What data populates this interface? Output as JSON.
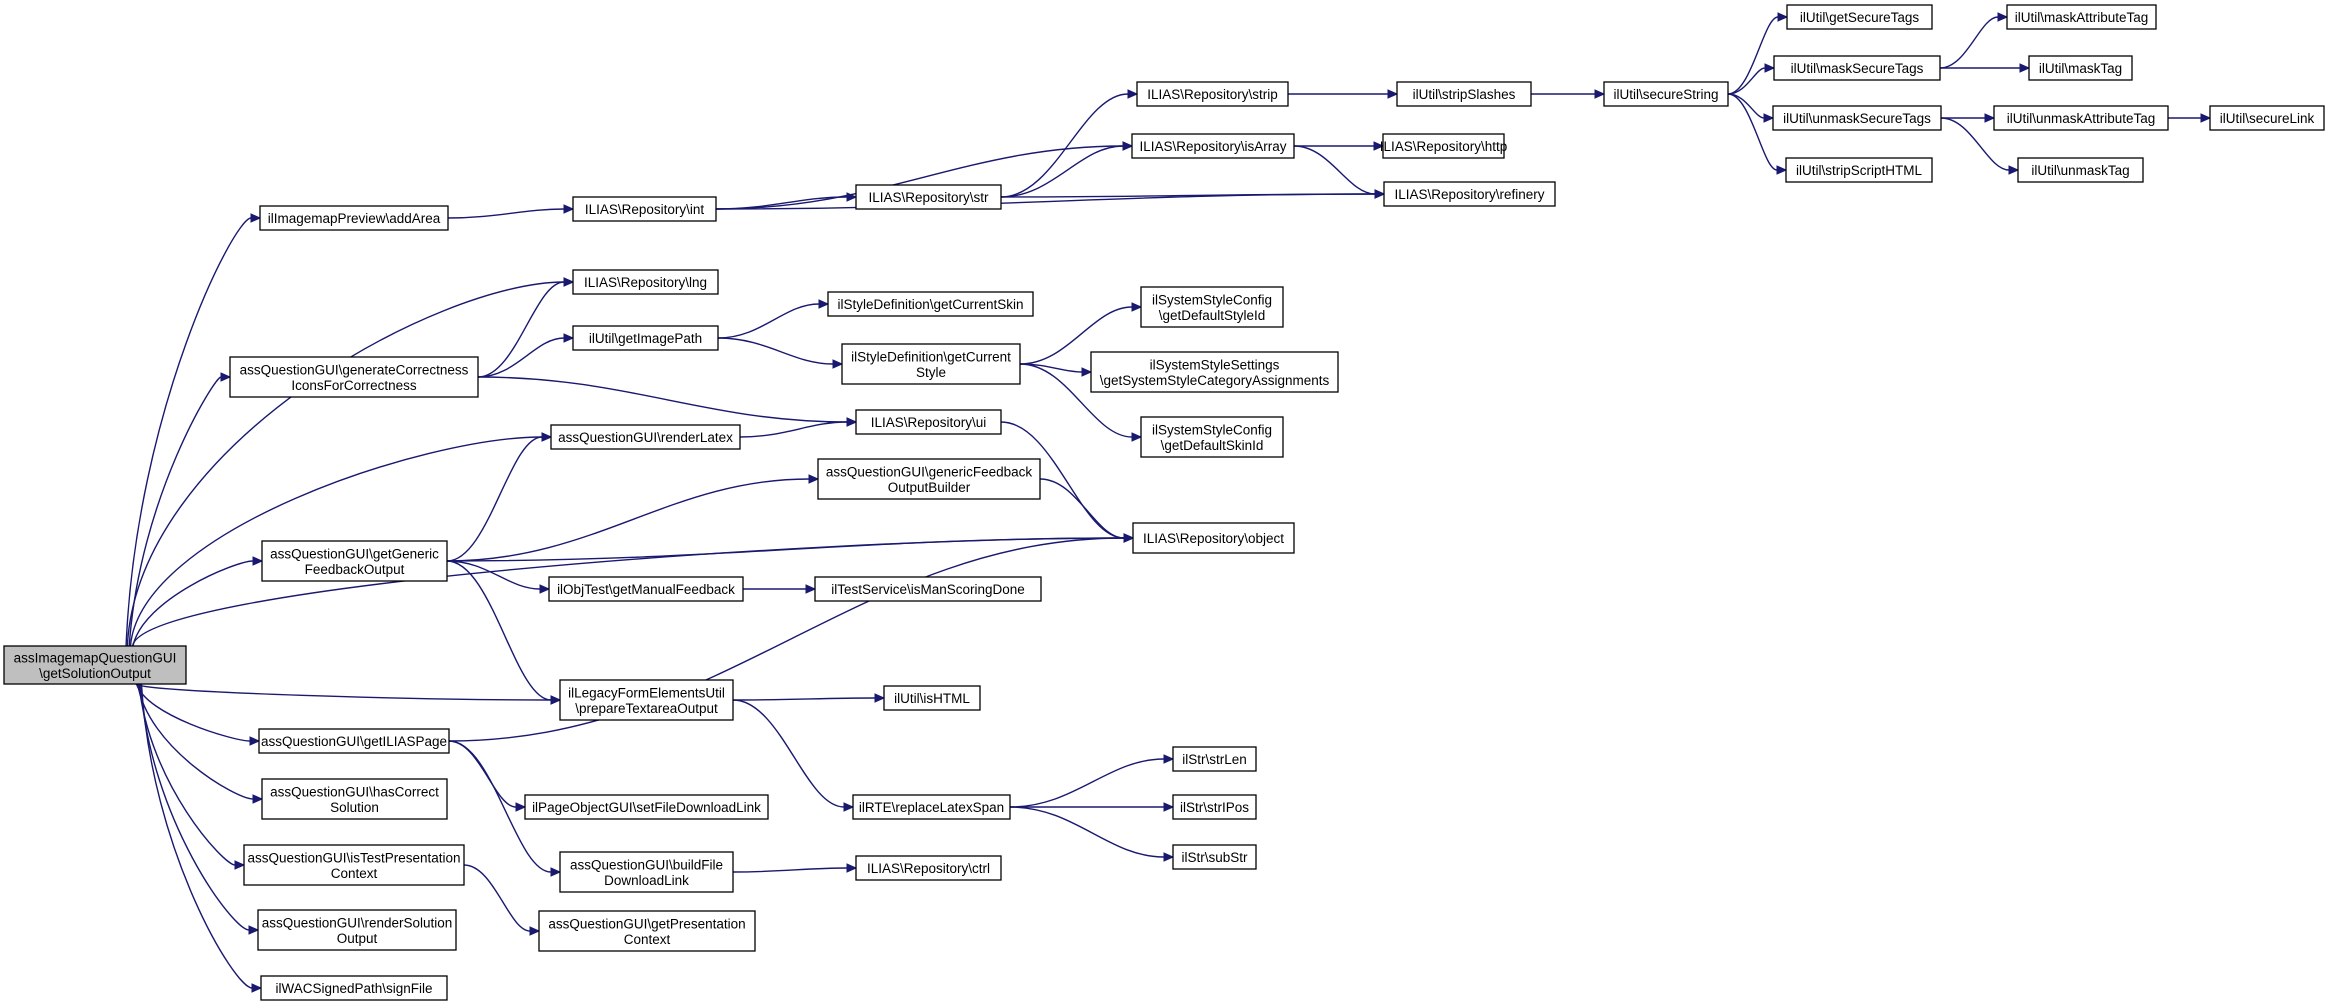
{
  "graph": {
    "title": "",
    "colors": {
      "edge": "#191970",
      "root_fill": "#bfbfbf",
      "node_fill": "#ffffff",
      "node_border": "#000000"
    },
    "nodes": [
      {
        "id": "root",
        "lines": [
          "assImagemapQuestionGUI",
          "\\getSolutionOutput"
        ],
        "root": true
      },
      {
        "id": "addArea",
        "lines": [
          "ilImagemapPreview\\addArea"
        ]
      },
      {
        "id": "int",
        "lines": [
          "ILIAS\\Repository\\int"
        ]
      },
      {
        "id": "str",
        "lines": [
          "ILIAS\\Repository\\str"
        ]
      },
      {
        "id": "strip",
        "lines": [
          "ILIAS\\Repository\\strip"
        ]
      },
      {
        "id": "isArray",
        "lines": [
          "ILIAS\\Repository\\isArray"
        ]
      },
      {
        "id": "refinery",
        "lines": [
          "ILIAS\\Repository\\refinery"
        ]
      },
      {
        "id": "http",
        "lines": [
          "ILIAS\\Repository\\http"
        ]
      },
      {
        "id": "stripSlashes",
        "lines": [
          "ilUtil\\stripSlashes"
        ]
      },
      {
        "id": "secureString",
        "lines": [
          "ilUtil\\secureString"
        ]
      },
      {
        "id": "getSecureTags",
        "lines": [
          "ilUtil\\getSecureTags"
        ]
      },
      {
        "id": "maskSecureTags",
        "lines": [
          "ilUtil\\maskSecureTags"
        ]
      },
      {
        "id": "unmaskSecureTags",
        "lines": [
          "ilUtil\\unmaskSecureTags"
        ]
      },
      {
        "id": "stripScriptHTML",
        "lines": [
          "ilUtil\\stripScriptHTML"
        ]
      },
      {
        "id": "maskAttributeTag",
        "lines": [
          "ilUtil\\maskAttributeTag"
        ]
      },
      {
        "id": "maskTag",
        "lines": [
          "ilUtil\\maskTag"
        ]
      },
      {
        "id": "unmaskAttributeTag",
        "lines": [
          "ilUtil\\unmaskAttributeTag"
        ]
      },
      {
        "id": "unmaskTag",
        "lines": [
          "ilUtil\\unmaskTag"
        ]
      },
      {
        "id": "secureLink",
        "lines": [
          "ilUtil\\secureLink"
        ]
      },
      {
        "id": "lng",
        "lines": [
          "ILIAS\\Repository\\lng"
        ]
      },
      {
        "id": "genIcons",
        "lines": [
          "assQuestionGUI\\generateCorrectness",
          "IconsForCorrectness"
        ]
      },
      {
        "id": "getImagePath",
        "lines": [
          "ilUtil\\getImagePath"
        ]
      },
      {
        "id": "getCurrentSkin",
        "lines": [
          "ilStyleDefinition\\getCurrentSkin"
        ]
      },
      {
        "id": "getCurrentStyle",
        "lines": [
          "ilStyleDefinition\\getCurrent",
          "Style"
        ]
      },
      {
        "id": "getDefaultStyleId",
        "lines": [
          "ilSystemStyleConfig",
          "\\getDefaultStyleId"
        ]
      },
      {
        "id": "getSysStyleCat",
        "lines": [
          "ilSystemStyleSettings",
          "\\getSystemStyleCategoryAssignments"
        ]
      },
      {
        "id": "getDefaultSkinId",
        "lines": [
          "ilSystemStyleConfig",
          "\\getDefaultSkinId"
        ]
      },
      {
        "id": "ui",
        "lines": [
          "ILIAS\\Repository\\ui"
        ]
      },
      {
        "id": "renderLatex",
        "lines": [
          "assQuestionGUI\\renderLatex"
        ]
      },
      {
        "id": "genFbBuilder",
        "lines": [
          "assQuestionGUI\\genericFeedback",
          "OutputBuilder"
        ]
      },
      {
        "id": "object",
        "lines": [
          "ILIAS\\Repository\\object"
        ]
      },
      {
        "id": "getGenFb",
        "lines": [
          "assQuestionGUI\\getGeneric",
          "FeedbackOutput"
        ]
      },
      {
        "id": "getManualFb",
        "lines": [
          "ilObjTest\\getManualFeedback"
        ]
      },
      {
        "id": "isManScoring",
        "lines": [
          "ilTestService\\isManScoringDone"
        ]
      },
      {
        "id": "prepTextarea",
        "lines": [
          "ilLegacyFormElementsUtil",
          "\\prepareTextareaOutput"
        ]
      },
      {
        "id": "isHTML",
        "lines": [
          "ilUtil\\isHTML"
        ]
      },
      {
        "id": "getILIASPage",
        "lines": [
          "assQuestionGUI\\getILIASPage"
        ]
      },
      {
        "id": "hasCorrect",
        "lines": [
          "assQuestionGUI\\hasCorrect",
          "Solution"
        ]
      },
      {
        "id": "setFileDl",
        "lines": [
          "ilPageObjectGUI\\setFileDownloadLink"
        ]
      },
      {
        "id": "replaceLatex",
        "lines": [
          "ilRTE\\replaceLatexSpan"
        ]
      },
      {
        "id": "strLen",
        "lines": [
          "ilStr\\strLen"
        ]
      },
      {
        "id": "strIPos",
        "lines": [
          "ilStr\\strIPos"
        ]
      },
      {
        "id": "subStr",
        "lines": [
          "ilStr\\subStr"
        ]
      },
      {
        "id": "isTestPres",
        "lines": [
          "assQuestionGUI\\isTestPresentation",
          "Context"
        ]
      },
      {
        "id": "buildFileDl",
        "lines": [
          "assQuestionGUI\\buildFile",
          "DownloadLink"
        ]
      },
      {
        "id": "ctrl",
        "lines": [
          "ILIAS\\Repository\\ctrl"
        ]
      },
      {
        "id": "renderSol",
        "lines": [
          "assQuestionGUI\\renderSolution",
          "Output"
        ]
      },
      {
        "id": "getPresCtx",
        "lines": [
          "assQuestionGUI\\getPresentation",
          "Context"
        ]
      },
      {
        "id": "signFile",
        "lines": [
          "ilWACSignedPath\\signFile"
        ]
      }
    ],
    "edges": [
      [
        "root",
        "addArea"
      ],
      [
        "root",
        "lng"
      ],
      [
        "root",
        "genIcons"
      ],
      [
        "root",
        "renderLatex"
      ],
      [
        "root",
        "getGenFb"
      ],
      [
        "root",
        "object"
      ],
      [
        "root",
        "prepTextarea"
      ],
      [
        "root",
        "getILIASPage"
      ],
      [
        "root",
        "hasCorrect"
      ],
      [
        "root",
        "isTestPres"
      ],
      [
        "root",
        "renderSol"
      ],
      [
        "root",
        "signFile"
      ],
      [
        "addArea",
        "int"
      ],
      [
        "int",
        "str"
      ],
      [
        "int",
        "isArray"
      ],
      [
        "int",
        "refinery"
      ],
      [
        "str",
        "strip"
      ],
      [
        "str",
        "isArray"
      ],
      [
        "str",
        "refinery"
      ],
      [
        "strip",
        "stripSlashes"
      ],
      [
        "isArray",
        "http"
      ],
      [
        "isArray",
        "refinery"
      ],
      [
        "stripSlashes",
        "secureString"
      ],
      [
        "secureString",
        "getSecureTags"
      ],
      [
        "secureString",
        "maskSecureTags"
      ],
      [
        "secureString",
        "unmaskSecureTags"
      ],
      [
        "secureString",
        "stripScriptHTML"
      ],
      [
        "maskSecureTags",
        "maskAttributeTag"
      ],
      [
        "maskSecureTags",
        "maskTag"
      ],
      [
        "unmaskSecureTags",
        "unmaskAttributeTag"
      ],
      [
        "unmaskSecureTags",
        "unmaskTag"
      ],
      [
        "unmaskAttributeTag",
        "secureLink"
      ],
      [
        "genIcons",
        "lng"
      ],
      [
        "genIcons",
        "getImagePath"
      ],
      [
        "genIcons",
        "ui"
      ],
      [
        "getImagePath",
        "getCurrentSkin"
      ],
      [
        "getImagePath",
        "getCurrentStyle"
      ],
      [
        "getCurrentStyle",
        "getDefaultStyleId"
      ],
      [
        "getCurrentStyle",
        "getSysStyleCat"
      ],
      [
        "getCurrentStyle",
        "getDefaultSkinId"
      ],
      [
        "ui",
        "object"
      ],
      [
        "renderLatex",
        "ui"
      ],
      [
        "getGenFb",
        "renderLatex"
      ],
      [
        "getGenFb",
        "genFbBuilder"
      ],
      [
        "getGenFb",
        "object"
      ],
      [
        "getGenFb",
        "getManualFb"
      ],
      [
        "getGenFb",
        "prepTextarea"
      ],
      [
        "genFbBuilder",
        "object"
      ],
      [
        "getManualFb",
        "isManScoring"
      ],
      [
        "prepTextarea",
        "isHTML"
      ],
      [
        "prepTextarea",
        "replaceLatex"
      ],
      [
        "replaceLatex",
        "strLen"
      ],
      [
        "replaceLatex",
        "strIPos"
      ],
      [
        "replaceLatex",
        "subStr"
      ],
      [
        "getILIASPage",
        "object"
      ],
      [
        "getILIASPage",
        "setFileDl"
      ],
      [
        "getILIASPage",
        "buildFileDl"
      ],
      [
        "buildFileDl",
        "ctrl"
      ],
      [
        "isTestPres",
        "getPresCtx"
      ]
    ]
  }
}
